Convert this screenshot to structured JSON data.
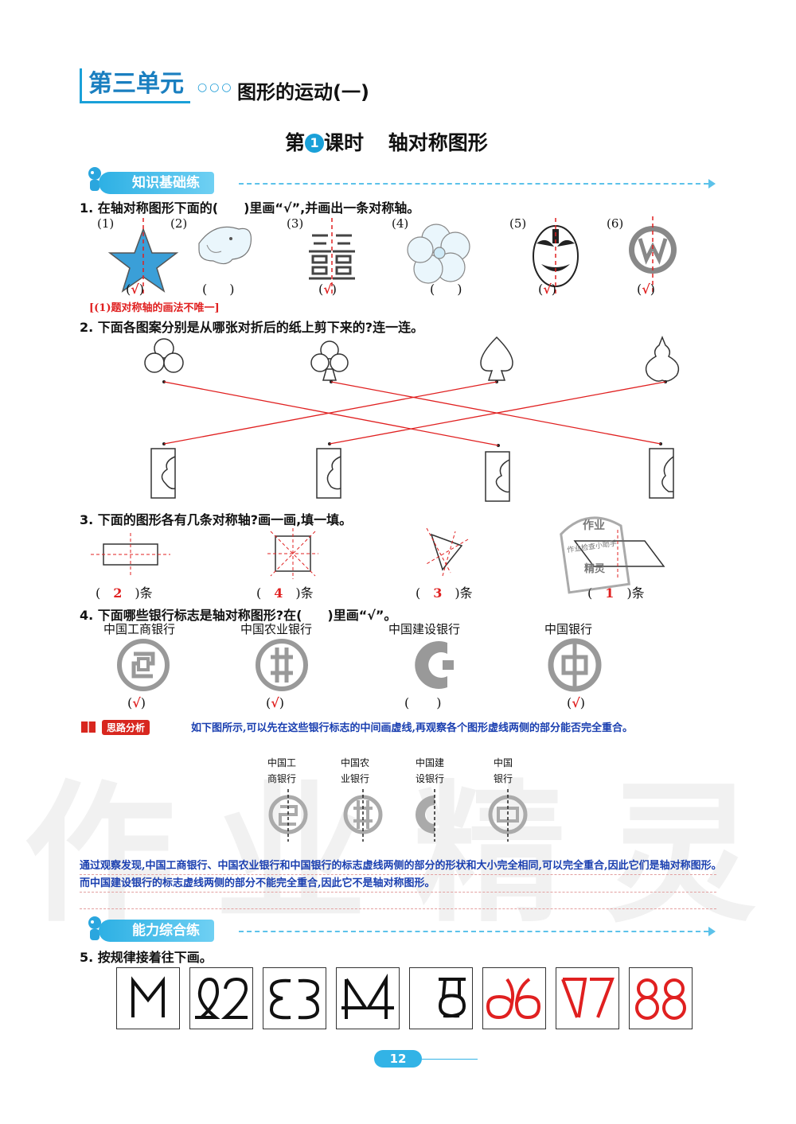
{
  "header": {
    "unit": "第三单元",
    "unit_dots": "○○○",
    "unit_title": "图形的运动(一)",
    "lesson_prefix": "第",
    "lesson_number": "1",
    "lesson_suffix": "课时",
    "lesson_title": "轴对称图形"
  },
  "sections": {
    "basic": "知识基础练",
    "ability": "能力综合练"
  },
  "q1": {
    "text": "1. 在轴对称图形下面的(　　)里画“√”,并画出一条对称轴。",
    "labels": [
      "(1)",
      "(2)",
      "(3)",
      "(4)",
      "(5)",
      "(6)"
    ],
    "answers": [
      "√",
      "",
      "√",
      "",
      "√",
      "√"
    ],
    "note": "[(1)题对称轴的画法不唯一]"
  },
  "q2": {
    "text": "2. 下面各图案分别是从哪张对折后的纸上剪下来的?连一连。"
  },
  "q3": {
    "text": "3. 下面的图形各有几条对称轴?画一画,填一填。",
    "answers": [
      "2",
      "4",
      "3",
      "1"
    ],
    "unit": "条"
  },
  "q4": {
    "text": "4. 下面哪些银行标志是轴对称图形?在(　　)里画“√”。",
    "banks": [
      "中国工商银行",
      "中国农业银行",
      "中国建设银行",
      "中国银行"
    ],
    "answers": [
      "√",
      "√",
      "",
      "√"
    ]
  },
  "analysis": {
    "tag": "思路分析",
    "intro": "如下图所示,可以先在这些银行标志的中间画虚线,再观察各个图形虚线两侧的部分能否完全重合。",
    "small_labels": [
      [
        "中国工",
        "商银行"
      ],
      [
        "中国农",
        "业银行"
      ],
      [
        "中国建",
        "设银行"
      ],
      [
        "中国",
        "银行"
      ]
    ],
    "conclusion": "通过观察发现,中国工商银行、中国农业银行和中国银行的标志虚线两侧的部分的形状和大小完全相同,可以完全重合,因此它们是轴对称图形。而中国建设银行的标志虚线两侧的部分不能完全重合,因此它不是轴对称图形。"
  },
  "q5": {
    "text": "5. 按规律接着往下画。",
    "sequence_given": [
      "1",
      "2",
      "3",
      "4",
      "5"
    ],
    "sequence_answer": [
      "6",
      "7",
      "8"
    ]
  },
  "stamp": {
    "top": "作业",
    "middle": "作业检查小助手",
    "bottom": "精灵"
  },
  "watermark": [
    "作",
    "业",
    "精",
    "灵"
  ],
  "page_number": "12",
  "colors": {
    "accent": "#1aa0d8",
    "answer": "#e02020",
    "analysis": "#1a3fb0"
  }
}
